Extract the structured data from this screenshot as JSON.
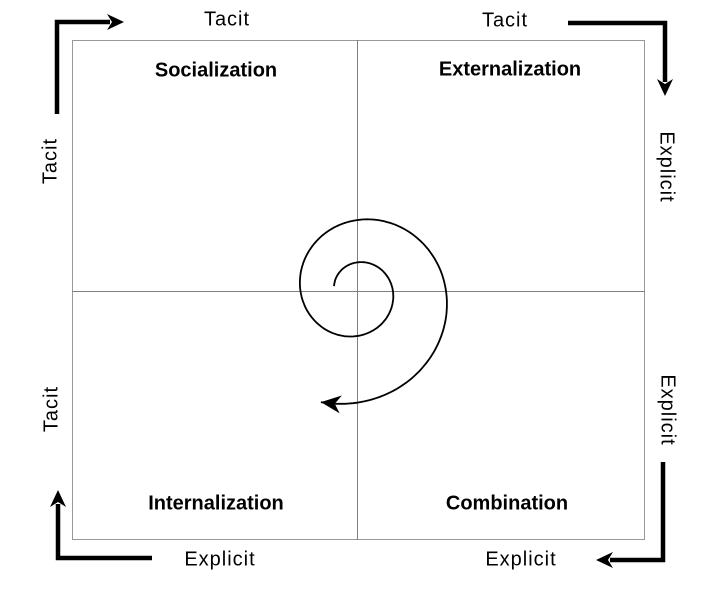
{
  "diagram": {
    "quadrants": [
      {
        "name": "socialization",
        "label": "Socialization"
      },
      {
        "name": "externalization",
        "label": "Externalization"
      },
      {
        "name": "internalization",
        "label": "Internalization"
      },
      {
        "name": "combination",
        "label": "Combination"
      }
    ],
    "edge_labels": {
      "top_left": "Tacit",
      "top_right": "Tacit",
      "left_top": "Tacit",
      "left_bottom": "Tacit",
      "right_top": "Explicit",
      "right_bottom": "Explicit",
      "bottom_left": "Explicit",
      "bottom_right": "Explicit"
    },
    "colors": {
      "background": "#ffffff",
      "border": "#999999",
      "divider": "#808080",
      "arrow": "#000000",
      "text": "#000000"
    }
  }
}
